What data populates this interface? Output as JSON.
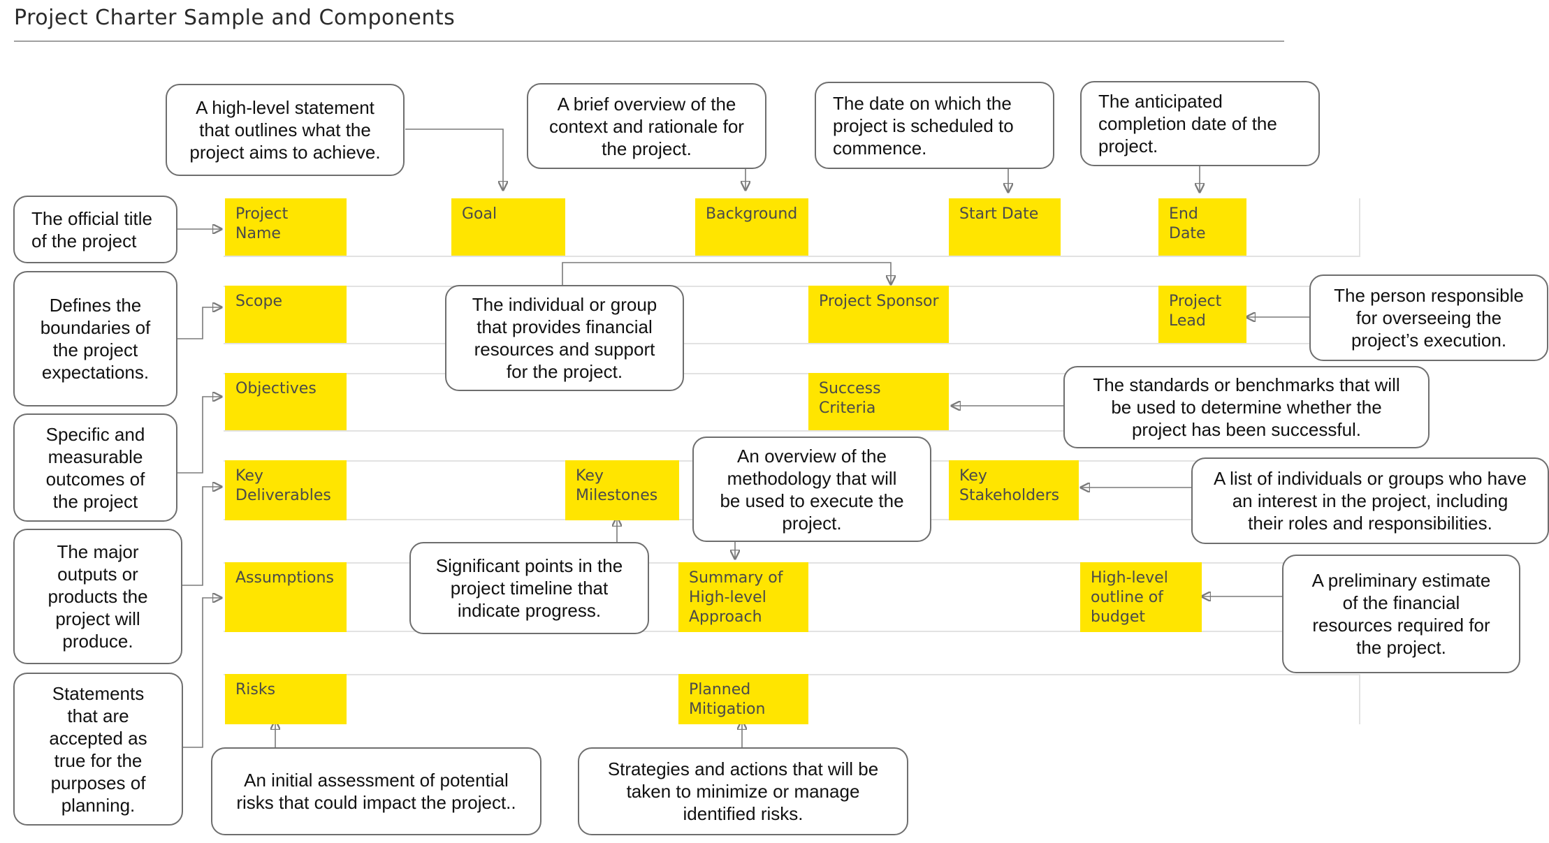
{
  "title": "Project Charter Sample and Components",
  "colors": {
    "component_fill": "#ffe500",
    "component_text": "#4a4a4a",
    "callout_border": "#6e6e6e",
    "band_border": "#e2e2e2"
  },
  "components": {
    "project_name": "Project Name",
    "goal": "Goal",
    "background": "Background",
    "start_date": "Start Date",
    "end_date": "End Date",
    "scope": "Scope",
    "project_sponsor": "Project Sponsor",
    "project_lead": "Project\nLead",
    "objectives": "Objectives",
    "success_criteria": "Success Criteria",
    "key_deliverables": "Key\nDeliverables",
    "key_milestones": "Key\nMilestones",
    "key_stakeholders": "Key\nStakeholders",
    "assumptions": "Assumptions",
    "summary_approach": "Summary of\nHigh-level\nApproach",
    "budget": "High-level\noutline of\nbudget",
    "risks": "Risks",
    "planned_mitigation": "Planned\nMitigation"
  },
  "descriptions": {
    "goal": "A high-level statement\nthat outlines what the\nproject aims to achieve.",
    "background": "A brief overview of the\ncontext and rationale for\nthe project.",
    "start_date": "The date on which the\nproject is scheduled to\ncommence.",
    "end_date": "The anticipated\ncompletion date of the\nproject.",
    "project_name": "The official title\nof the project",
    "scope": "Defines the\nboundaries of\nthe project\nexpectations.",
    "project_sponsor": "The individual or group\nthat provides financial\nresources and support\nfor the project.",
    "project_lead": "The person responsible\nfor overseeing the\nproject’s execution.",
    "success_criteria": "The standards or benchmarks that will\nbe used to determine whether the\nproject has been successful.",
    "objectives": "Specific and\nmeasurable\noutcomes of\nthe project",
    "summary_approach": "An overview of the\nmethodology that will\nbe used to execute the\nproject.",
    "key_stakeholders": "A list of individuals or groups who have\nan interest in the project, including\ntheir roles and responsibilities.",
    "key_deliverables": "The major\noutputs or\nproducts the\nproject will\nproduce.",
    "key_milestones": "Significant points in the\nproject timeline that\nindicate progress.",
    "budget": "A preliminary estimate\nof the financial\nresources required for\nthe project.",
    "assumptions": "Statements\nthat are\naccepted as\ntrue for the\npurposes of\nplanning.",
    "risks": "An initial assessment of potential\nrisks that could impact the project..",
    "planned_mitigation": "Strategies and actions that will be\ntaken to minimize or manage\nidentified risks."
  }
}
